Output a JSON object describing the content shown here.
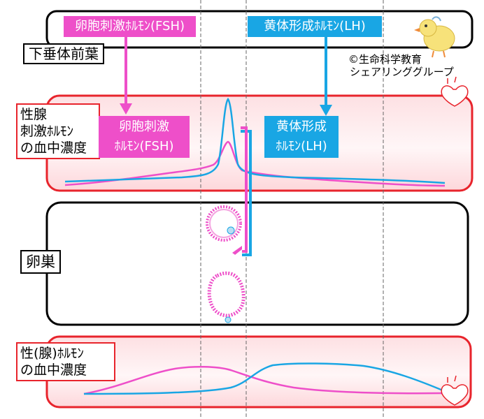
{
  "anterior_pituitary": {
    "label": "下垂体前葉"
  },
  "hormones": {
    "fsh_top": "卵胞刺激ﾎﾙﾓﾝ(FSH)",
    "lh_top": "黄体形成ﾎﾙﾓﾝ(LH)",
    "fsh_mid_line1": "卵胞刺激",
    "fsh_mid_line2": "ﾎﾙﾓﾝ(FSH)",
    "lh_mid_line1": "黄体形成",
    "lh_mid_line2": "ﾎﾙﾓﾝ(LH)"
  },
  "gonadotropin_panel": {
    "label_line1": "性腺",
    "label_line2": "刺激ﾎﾙﾓﾝ",
    "label_line3": "の血中濃度"
  },
  "ovary_panel": {
    "label": "卵巣"
  },
  "sex_hormone_panel": {
    "label_line1": "性(腺)ﾎﾙﾓﾝ",
    "label_line2": "の血中濃度"
  },
  "credit": {
    "line1": "©生命科学教育",
    "line2": "シェアリンググループ"
  },
  "colors": {
    "fsh": "#ee4fc9",
    "lh": "#19a6e4",
    "panel_border": "#e8242c",
    "panel_fill_top": "#fde2e4",
    "panel_fill_bottom": "#ffffff"
  }
}
